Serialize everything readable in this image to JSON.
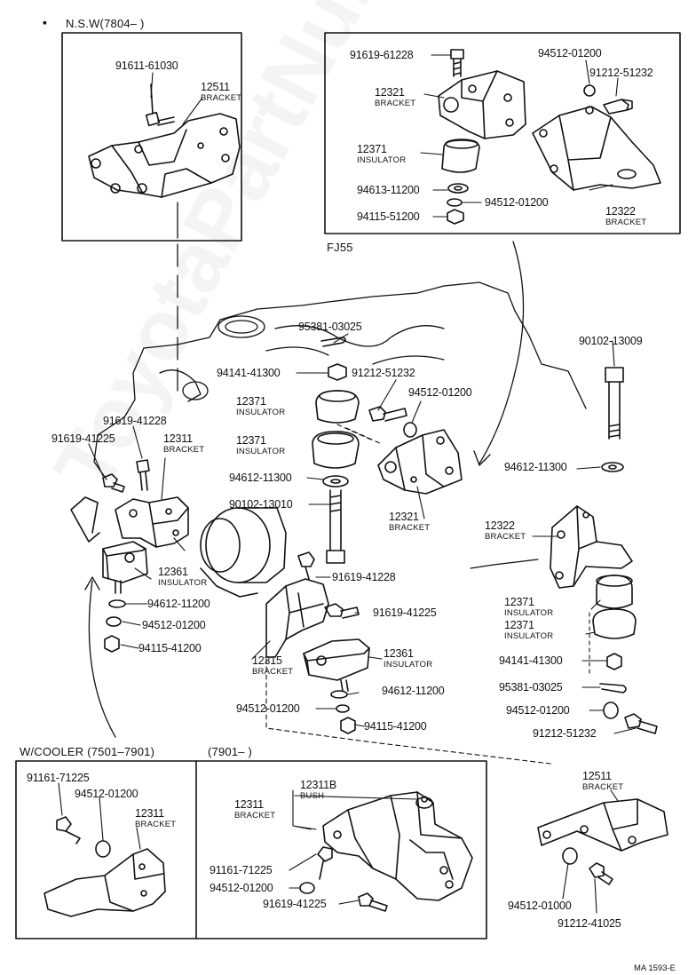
{
  "headers": {
    "nsw": "N.S.W(7804–      )",
    "fj55": "FJ55",
    "wcooler": "W/COOLER  (7501–7901)",
    "w7901": "(7901–       )"
  },
  "watermark": "ToyotaPartNumber.ru",
  "ref_code": "MA 1593-E",
  "callouts": [
    {
      "id": "c1",
      "pn": "91611-61030",
      "name": ""
    },
    {
      "id": "c2",
      "pn": "12511",
      "name": "BRACKET"
    },
    {
      "id": "c3",
      "pn": "91619-61228",
      "name": ""
    },
    {
      "id": "c4",
      "pn": "94512-01200",
      "name": ""
    },
    {
      "id": "c5",
      "pn": "91212-51232",
      "name": ""
    },
    {
      "id": "c6",
      "pn": "12321",
      "name": "BRACKET"
    },
    {
      "id": "c7",
      "pn": "12371",
      "name": "INSULATOR"
    },
    {
      "id": "c8",
      "pn": "94613-11200",
      "name": ""
    },
    {
      "id": "c9",
      "pn": "94512-01200",
      "name": ""
    },
    {
      "id": "c10",
      "pn": "94115-51200",
      "name": ""
    },
    {
      "id": "c11",
      "pn": "12322",
      "name": "BRACKET"
    },
    {
      "id": "c12",
      "pn": "95381-03025",
      "name": ""
    },
    {
      "id": "c13",
      "pn": "90102-13009",
      "name": ""
    },
    {
      "id": "c14",
      "pn": "94141-41300",
      "name": ""
    },
    {
      "id": "c15",
      "pn": "91212-51232",
      "name": ""
    },
    {
      "id": "c16",
      "pn": "12371",
      "name": "INSULATOR"
    },
    {
      "id": "c17",
      "pn": "94512-01200",
      "name": ""
    },
    {
      "id": "c18",
      "pn": "91619-41228",
      "name": ""
    },
    {
      "id": "c19",
      "pn": "91619-41225",
      "name": ""
    },
    {
      "id": "c20",
      "pn": "12311",
      "name": "BRACKET"
    },
    {
      "id": "c21",
      "pn": "12371",
      "name": "INSULATOR"
    },
    {
      "id": "c22",
      "pn": "94612-11300",
      "name": ""
    },
    {
      "id": "c23",
      "pn": "94612-11300",
      "name": ""
    },
    {
      "id": "c24",
      "pn": "90102-13010",
      "name": ""
    },
    {
      "id": "c25",
      "pn": "12321",
      "name": "BRACKET"
    },
    {
      "id": "c26",
      "pn": "12322",
      "name": "BRACKET"
    },
    {
      "id": "c27",
      "pn": "91619-41228",
      "name": ""
    },
    {
      "id": "c28",
      "pn": "12361",
      "name": "INSULATOR"
    },
    {
      "id": "c29",
      "pn": "12371",
      "name": "INSULATOR"
    },
    {
      "id": "c30",
      "pn": "94612-11200",
      "name": ""
    },
    {
      "id": "c31",
      "pn": "91619-41225",
      "name": ""
    },
    {
      "id": "c32",
      "pn": "12371",
      "name": "INSULATOR"
    },
    {
      "id": "c33",
      "pn": "94512-01200",
      "name": ""
    },
    {
      "id": "c34",
      "pn": "94115-41200",
      "name": ""
    },
    {
      "id": "c35",
      "pn": "12361",
      "name": "INSULATOR"
    },
    {
      "id": "c36",
      "pn": "12315",
      "name": "BRACKET"
    },
    {
      "id": "c37",
      "pn": "94141-41300",
      "name": ""
    },
    {
      "id": "c38",
      "pn": "94612-11200",
      "name": ""
    },
    {
      "id": "c39",
      "pn": "95381-03025",
      "name": ""
    },
    {
      "id": "c40",
      "pn": "94512-01200",
      "name": ""
    },
    {
      "id": "c41",
      "pn": "94512-01200",
      "name": ""
    },
    {
      "id": "c42",
      "pn": "94115-41200",
      "name": ""
    },
    {
      "id": "c43",
      "pn": "91212-51232",
      "name": ""
    },
    {
      "id": "c44",
      "pn": "91161-71225",
      "name": ""
    },
    {
      "id": "c45",
      "pn": "94512-01200",
      "name": ""
    },
    {
      "id": "c46",
      "pn": "12311",
      "name": "BRACKET"
    },
    {
      "id": "c47",
      "pn": "12311B",
      "name": "BUSH"
    },
    {
      "id": "c48",
      "pn": "12311",
      "name": "BRACKET"
    },
    {
      "id": "c49",
      "pn": "12511",
      "name": "BRACKET"
    },
    {
      "id": "c50",
      "pn": "91161-71225",
      "name": ""
    },
    {
      "id": "c51",
      "pn": "94512-01200",
      "name": ""
    },
    {
      "id": "c52",
      "pn": "91619-41225",
      "name": ""
    },
    {
      "id": "c53",
      "pn": "94512-01000",
      "name": ""
    },
    {
      "id": "c54",
      "pn": "91212-41025",
      "name": ""
    }
  ]
}
